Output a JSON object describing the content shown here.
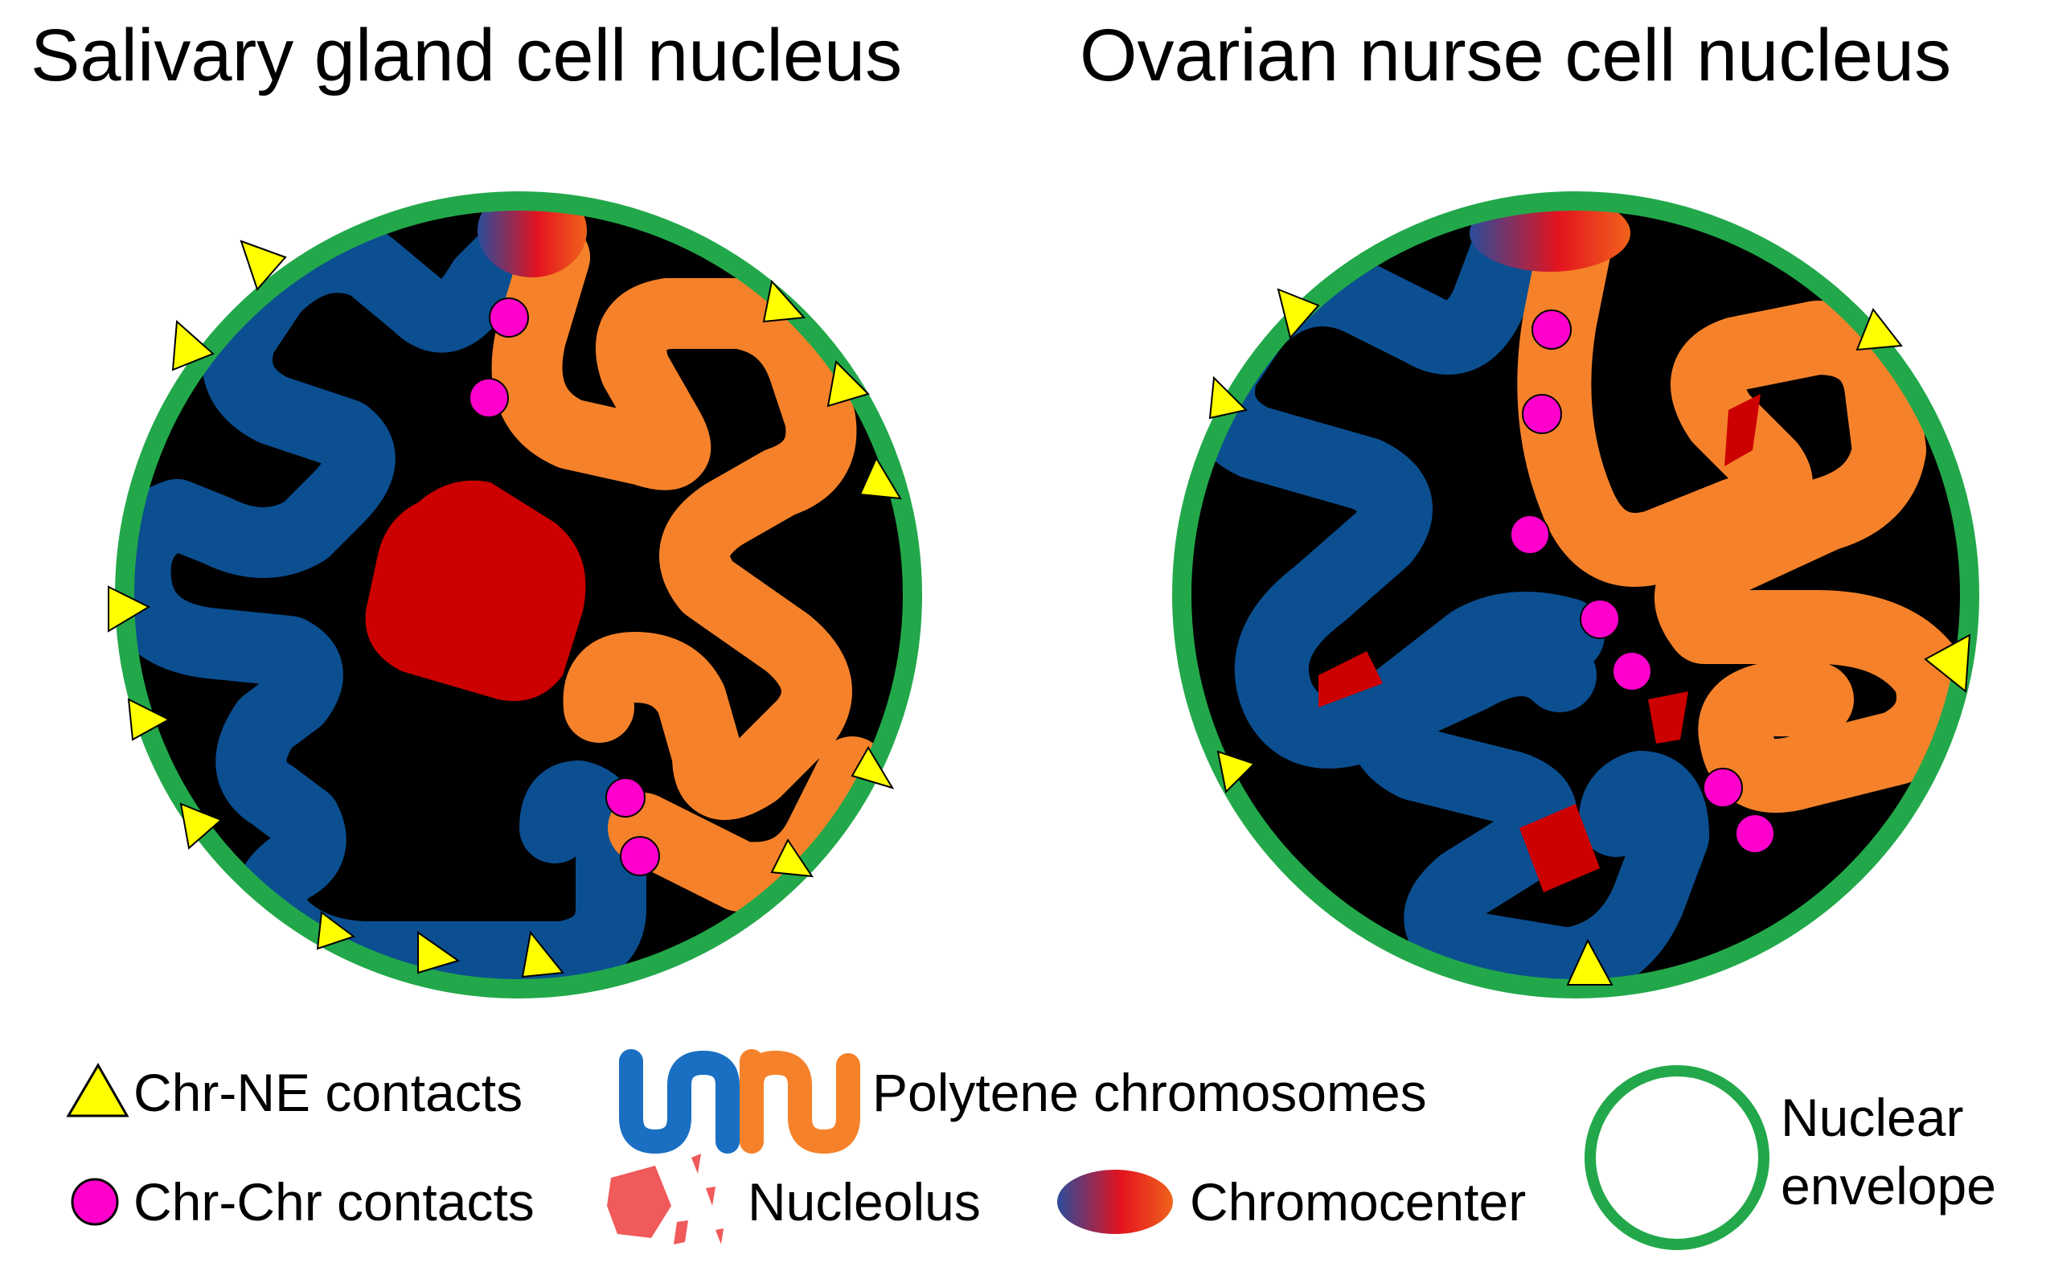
{
  "titles": {
    "left": "Salivary gland cell nucleus",
    "right": "Ovarian nurse cell nucleus"
  },
  "legend": {
    "chr_ne": "Chr-NE contacts",
    "chr_chr": "Chr-Chr contacts",
    "polytene": "Polytene chromosomes",
    "nucleolus": "Nucleolus",
    "chromocenter": "Chromocenter",
    "envelope_line1": "Nuclear",
    "envelope_line2": "envelope"
  },
  "colors": {
    "envelope": "#22a84a",
    "nucleoplasm": "#000000",
    "chromosome_blue": "#0b4f91",
    "chromosome_orange": "#f5822a",
    "nucleolus": "#cc0000",
    "contact_triangle": "#ffff00",
    "contact_dot": "#ff00cc"
  }
}
